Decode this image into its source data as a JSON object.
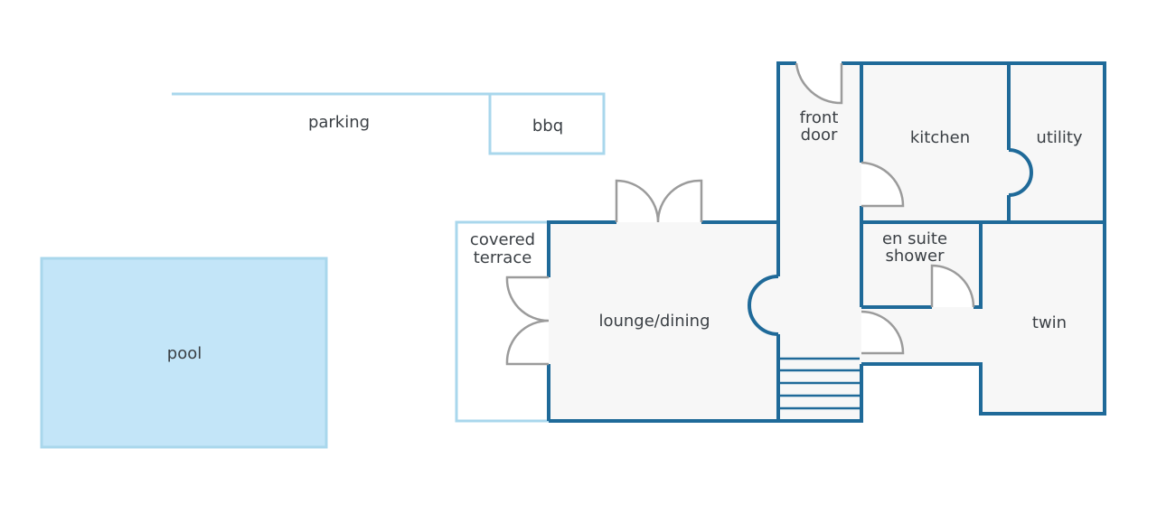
{
  "colors": {
    "wall": "#1f6a99",
    "light_wall": "#a9d7ec",
    "pool_fill": "#c3e5f8",
    "room_fill": "#f7f7f7",
    "door": "#9b9b9b",
    "text": "#3a3f44"
  },
  "labels": {
    "parking": "parking",
    "bbq": "bbq",
    "pool": "pool",
    "covered_terrace_1": "covered",
    "covered_terrace_2": "terrace",
    "lounge_dining": "lounge/dining",
    "front_door_1": "front",
    "front_door_2": "door",
    "kitchen": "kitchen",
    "utility": "utility",
    "en_suite_1": "en suite",
    "en_suite_2": "shower",
    "twin": "twin"
  }
}
